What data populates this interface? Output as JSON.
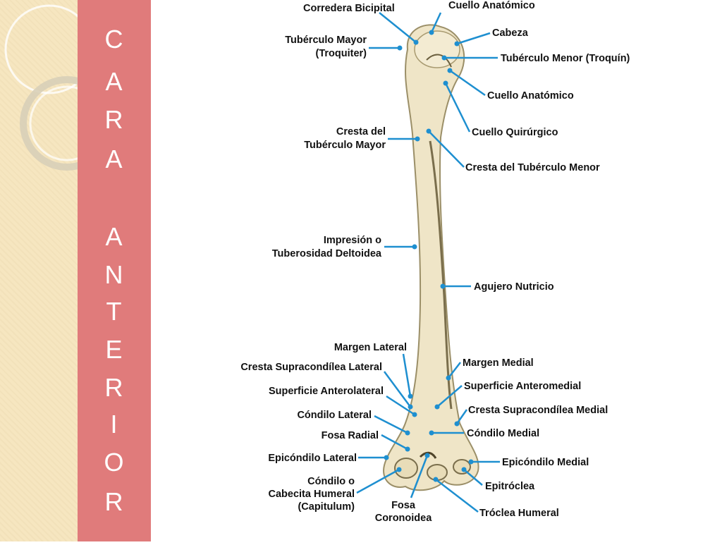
{
  "title_vertical": [
    "C",
    "A",
    "R",
    "A",
    "A",
    "N",
    "T",
    "E",
    "R",
    "I",
    "O",
    "R"
  ],
  "colors": {
    "band": "#e07b7b",
    "panel": "#f6e6c0",
    "leader": "#1e8fd0",
    "bone": "#efe5c7"
  },
  "labels": {
    "corredera_bicipital": "Corredera Bicipital",
    "cuello_anatomico_top": "Cuello Anatómico",
    "cabeza": "Cabeza",
    "tuberculo_mayor_1": "Tubérculo Mayor",
    "tuberculo_mayor_2": "(Troquiter)",
    "tuberculo_menor": "Tubérculo Menor (Troquín)",
    "cuello_anatomico": "Cuello Anatómico",
    "cuello_quirurgico": "Cuello Quirúrgico",
    "cresta_tub_mayor_1": "Cresta del",
    "cresta_tub_mayor_2": "Tubérculo Mayor",
    "cresta_tub_menor": "Cresta del Tubérculo Menor",
    "impresion_1": "Impresión o",
    "impresion_2": "Tuberosidad Deltoidea",
    "agujero_nutricio": "Agujero Nutricio",
    "margen_lateral": "Margen Lateral",
    "margen_medial": "Margen Medial",
    "cresta_supra_lateral": "Cresta Supracondílea Lateral",
    "superficie_anteromedial": "Superficie Anteromedial",
    "superficie_anterolateral": "Superficie Anterolateral",
    "cresta_supra_medial": "Cresta Supracondílea Medial",
    "condilo_lateral": "Cóndilo Lateral",
    "condilo_medial": "Cóndilo Medial",
    "fosa_radial": "Fosa Radial",
    "epicondilo_lateral": "Epicóndilo Lateral",
    "epicondilo_medial": "Epicóndilo Medial",
    "condilo_cabecita_1": "Cóndilo o",
    "condilo_cabecita_2": "Cabecita Humeral",
    "condilo_cabecita_3": "(Capitulum)",
    "epitroclea": "Epitróclea",
    "fosa_coronoidea_1": "Fosa",
    "fosa_coronoidea_2": "Coronoidea",
    "troclea_humeral": "Tróclea Humeral"
  }
}
